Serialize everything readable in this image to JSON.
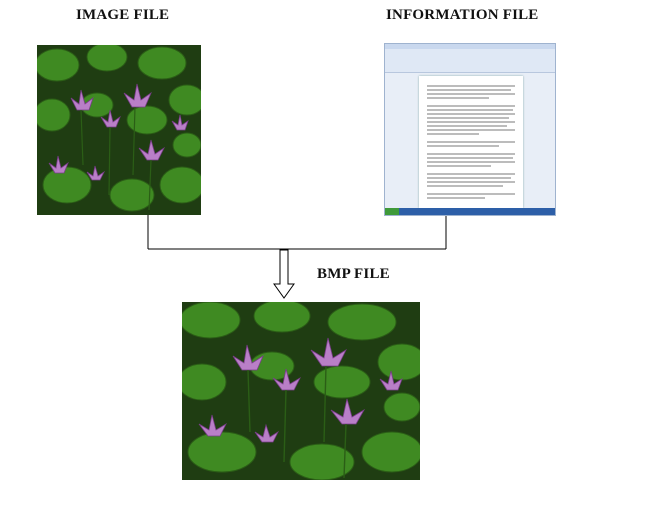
{
  "labels": {
    "image_file": "IMAGE FILE",
    "information_file": "INFORMATION FILE",
    "bmp_file": "BMP FILE"
  },
  "colors": {
    "background": "#ffffff",
    "lines": "#000000",
    "leaf_green": "#3a7d1e",
    "flower_pink": "#c77bd0"
  }
}
